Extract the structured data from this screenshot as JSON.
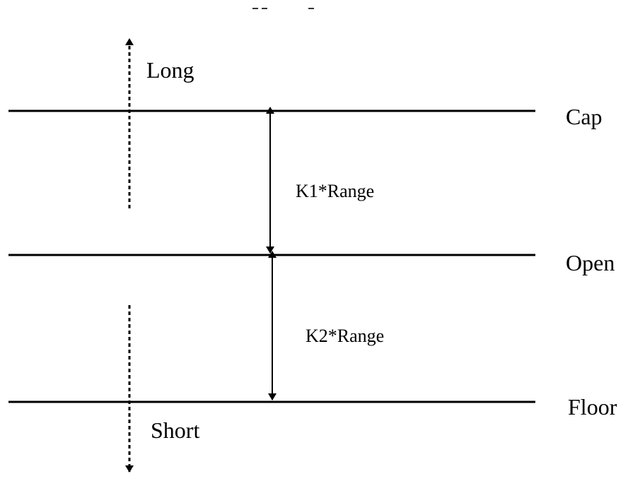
{
  "labels": {
    "long": "Long",
    "short": "Short",
    "cap": "Cap",
    "open": "Open",
    "floor": "Floor",
    "k1_range": "K1*Range",
    "k2_range": "K2*Range"
  },
  "colors": {
    "line": "#000000",
    "background": "#ffffff"
  }
}
